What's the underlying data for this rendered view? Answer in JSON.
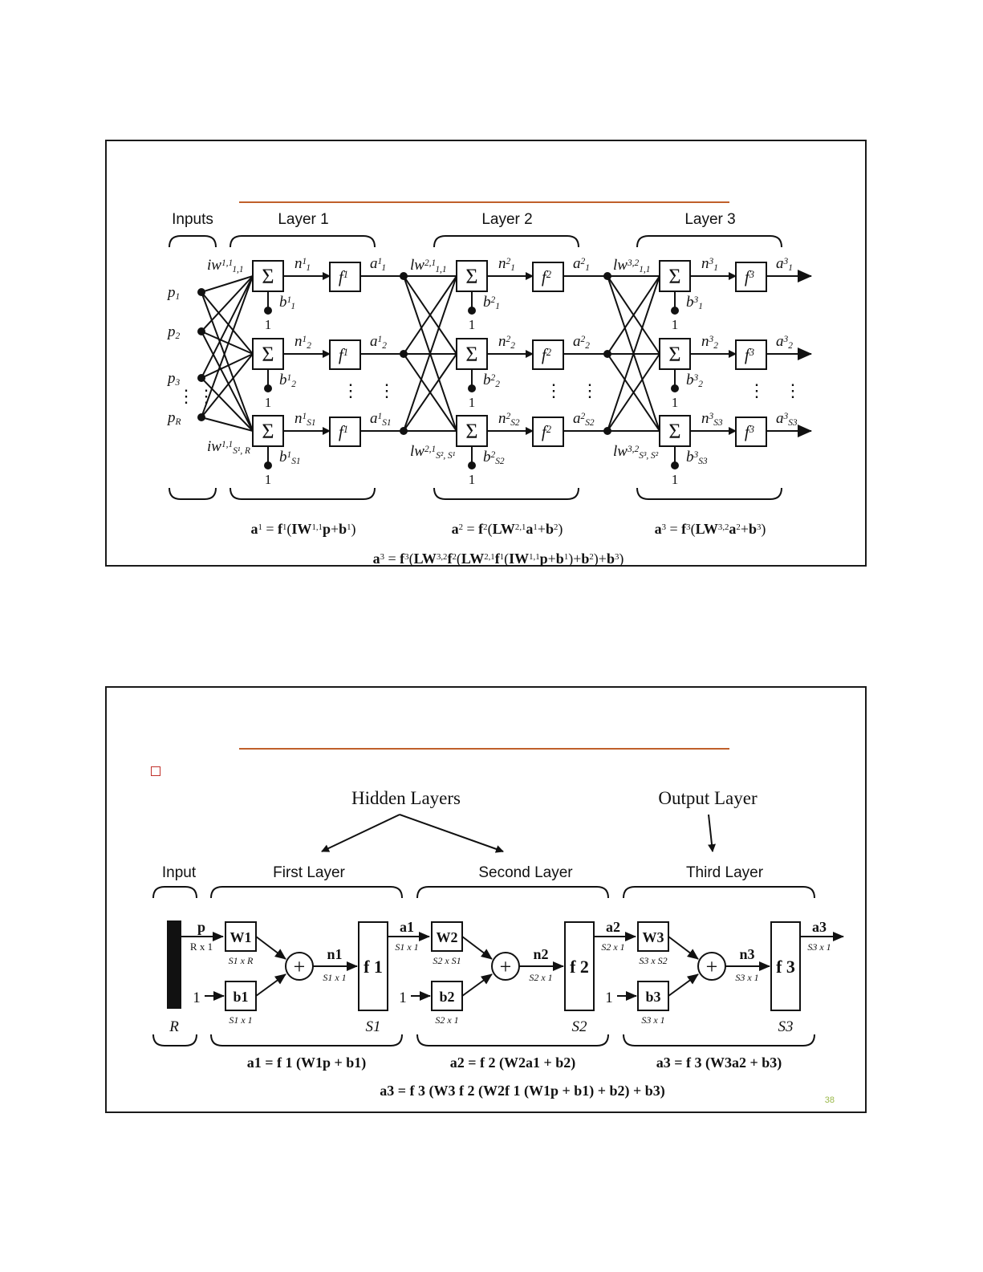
{
  "slide1": {
    "inputs_label": "Inputs",
    "layer_labels": [
      "Layer 1",
      "Layer 2",
      "Layer 3"
    ],
    "input_symbols": [
      "p1",
      "p2",
      "p3",
      "pR"
    ],
    "summation_symbol": "Σ",
    "bias_input": "1",
    "transfer_functions": [
      "f1",
      "f2",
      "f3"
    ],
    "weight_labels": [
      "iw1,1 1,1",
      "iw1,1 S1,R",
      "lw2,1 1,1",
      "lw2,1 S2,S1",
      "lw3,2 1,1",
      "lw3,2 S3,S2"
    ],
    "equations": {
      "layer1": "a1 = f1(IW1,1p + b1)",
      "layer2": "a2 = f2(LW2,1a1 + b2)",
      "layer3": "a3 = f3(LW3,2a2 + b3)",
      "combined": "a3 = f3(LW3,2f2(LW2,1f1(IW1,1p + b1) + b2) + b3)"
    }
  },
  "slide2": {
    "hidden_layers_label": "Hidden Layers",
    "output_layer_label": "Output Layer",
    "input_label": "Input",
    "layer_labels": [
      "First Layer",
      "Second Layer",
      "Third Layer"
    ],
    "input_vector": "p",
    "input_dim": "R x 1",
    "input_size": "R",
    "weights": [
      "W1",
      "W2",
      "W3"
    ],
    "weight_dims": [
      "S1 x R",
      "S2 x S1",
      "S3 x S2"
    ],
    "biases": [
      "b1",
      "b2",
      "b3"
    ],
    "bias_dims": [
      "S1 x 1",
      "S2 x 1",
      "S3 x 1"
    ],
    "net_inputs": [
      "n1",
      "n2",
      "n3"
    ],
    "net_dims": [
      "S1 x 1",
      "S2 x 1",
      "S3 x 1"
    ],
    "transfer_functions": [
      "f 1",
      "f 2",
      "f 3"
    ],
    "layer_sizes": [
      "S1",
      "S2",
      "S3"
    ],
    "outputs": [
      "a1",
      "a2",
      "a3"
    ],
    "output_dims": [
      "S1 x 1",
      "S2 x 1",
      "S3 x 1"
    ],
    "bias_input": "1",
    "plus_symbol": "+",
    "equations": {
      "layer1": "a1 = f 1 (W1p + b1)",
      "layer2": "a2 = f 2 (W2a1 + b2)",
      "layer3": "a3 = f 3 (W3a2 + b3)",
      "combined": "a3 = f 3 (W3 f 2 (W2f 1 (W1p + b1) + b2) + b3)"
    },
    "page_number": "38"
  },
  "colors": {
    "rule": "#c0602a",
    "bullet": "#c0302a",
    "ink": "#111111"
  }
}
